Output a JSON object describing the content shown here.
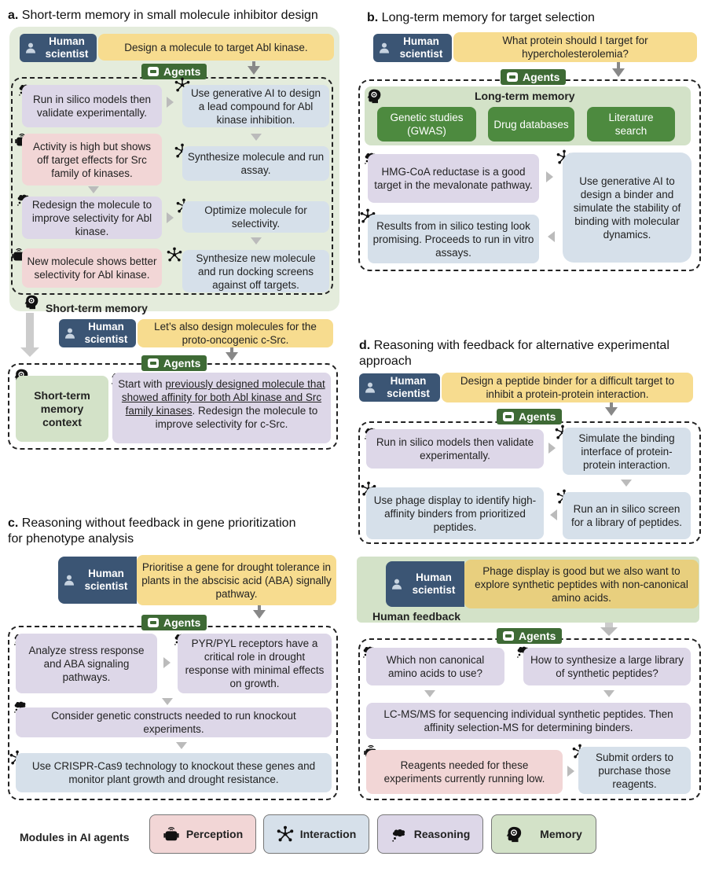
{
  "panel_a": {
    "title_letter": "a.",
    "title": "Short-term memory in small molecule inhibitor design",
    "human_label": "Human scientist",
    "prompt1": "Design a molecule to target Abl kinase.",
    "agents": "Agents",
    "r1": "Run in silico models then validate experimentally.",
    "i1": "Use generative AI to design a lead compound for Abl kinase inhibition.",
    "p1": "Activity is high but shows off target effects for Src family of kinases.",
    "i2": "Synthesize molecule and run assay.",
    "r2": "Redesign the molecule to improve selectivity for Abl kinase.",
    "i3": "Optimize molecule for selectivity.",
    "p2": "New molecule shows better selectivity for Abl kinase.",
    "i4": "Synthesize new molecule and run docking screens against off targets.",
    "stm_label": "Short-term memory",
    "prompt2": "Let’s also design molecules for the proto-oncogenic c-Src.",
    "stm_context": "Short-term memory context",
    "r3_pre": "Start with ",
    "r3_underline": "previously designed molecule that showed affinity for both Abl kinase and Src family kinases",
    "r3_post": ". Redesign the molecule to improve selectivity for c-Src."
  },
  "panel_b": {
    "title_letter": "b.",
    "title": "Long-term memory for target selection",
    "prompt": "What protein should I target for hypercholesterolemia?",
    "ltm_label": "Long-term memory",
    "m1": "Genetic studies (GWAS)",
    "m2": "Drug databases",
    "m3": "Literature search",
    "r1": "HMG-CoA reductase is a good target in the mevalonate pathway.",
    "i1": "Use generative AI to design a binder and simulate the stability of binding with molecular dynamics.",
    "i2": "Results from in silico testing look promising. Proceeds to run in vitro assays."
  },
  "panel_c": {
    "title_letter": "c.",
    "title_line1": "Reasoning without feedback in gene prioritization",
    "title_line2": "for phenotype analysis",
    "prompt": "Prioritise a gene for drought tolerance in plants in the abscisic acid (ABA) signally pathway.",
    "r1": "Analyze stress response and ABA signaling pathways.",
    "r2": "PYR/PYL receptors have a critical role in drought response with minimal effects on growth.",
    "r3": "Consider genetic constructs needed to run knockout experiments.",
    "i1": "Use CRISPR-Cas9 technology to knockout these genes and monitor plant growth and drought resistance."
  },
  "panel_d": {
    "title_letter": "d.",
    "title_line1": "Reasoning with feedback for alternative experimental",
    "title_line2": "approach",
    "prompt": "Design a peptide binder for a difficult target to inhibit a protein-protein interaction.",
    "r1": "Run in silico models then validate experimentally.",
    "i1": "Simulate the binding interface of protein-protein interaction.",
    "i2": "Use phage display to identify high-affinity binders from prioritized peptides.",
    "i3": "Run an in silico screen for a library of peptides.",
    "feedback": "Phage display is good but we also want to explore synthetic peptides with non-canonical amino acids.",
    "feedback_label": "Human feedback",
    "r2": "Which non canonical amino acids to use?",
    "r3": "How to synthesize a large library of synthetic peptides?",
    "i4": "LC-MS/MS for sequencing individual synthetic peptides. Then affinity selection-MS for determining binders.",
    "p1": "Reagents needed for these experiments currently running low.",
    "i5": "Submit orders to purchase those reagents."
  },
  "legend": {
    "label": "Modules in AI agents",
    "perception": "Perception",
    "interaction": "Interaction",
    "reasoning": "Reasoning",
    "memory": "Memory"
  },
  "colors": {
    "human": "#3b5574",
    "prompt": "#f7dc8f",
    "reasoning": "#ddd7e8",
    "interaction": "#d6e0ea",
    "perception": "#f2d6d6",
    "memory": "#d3e2c8",
    "agents": "#3e6a35"
  }
}
